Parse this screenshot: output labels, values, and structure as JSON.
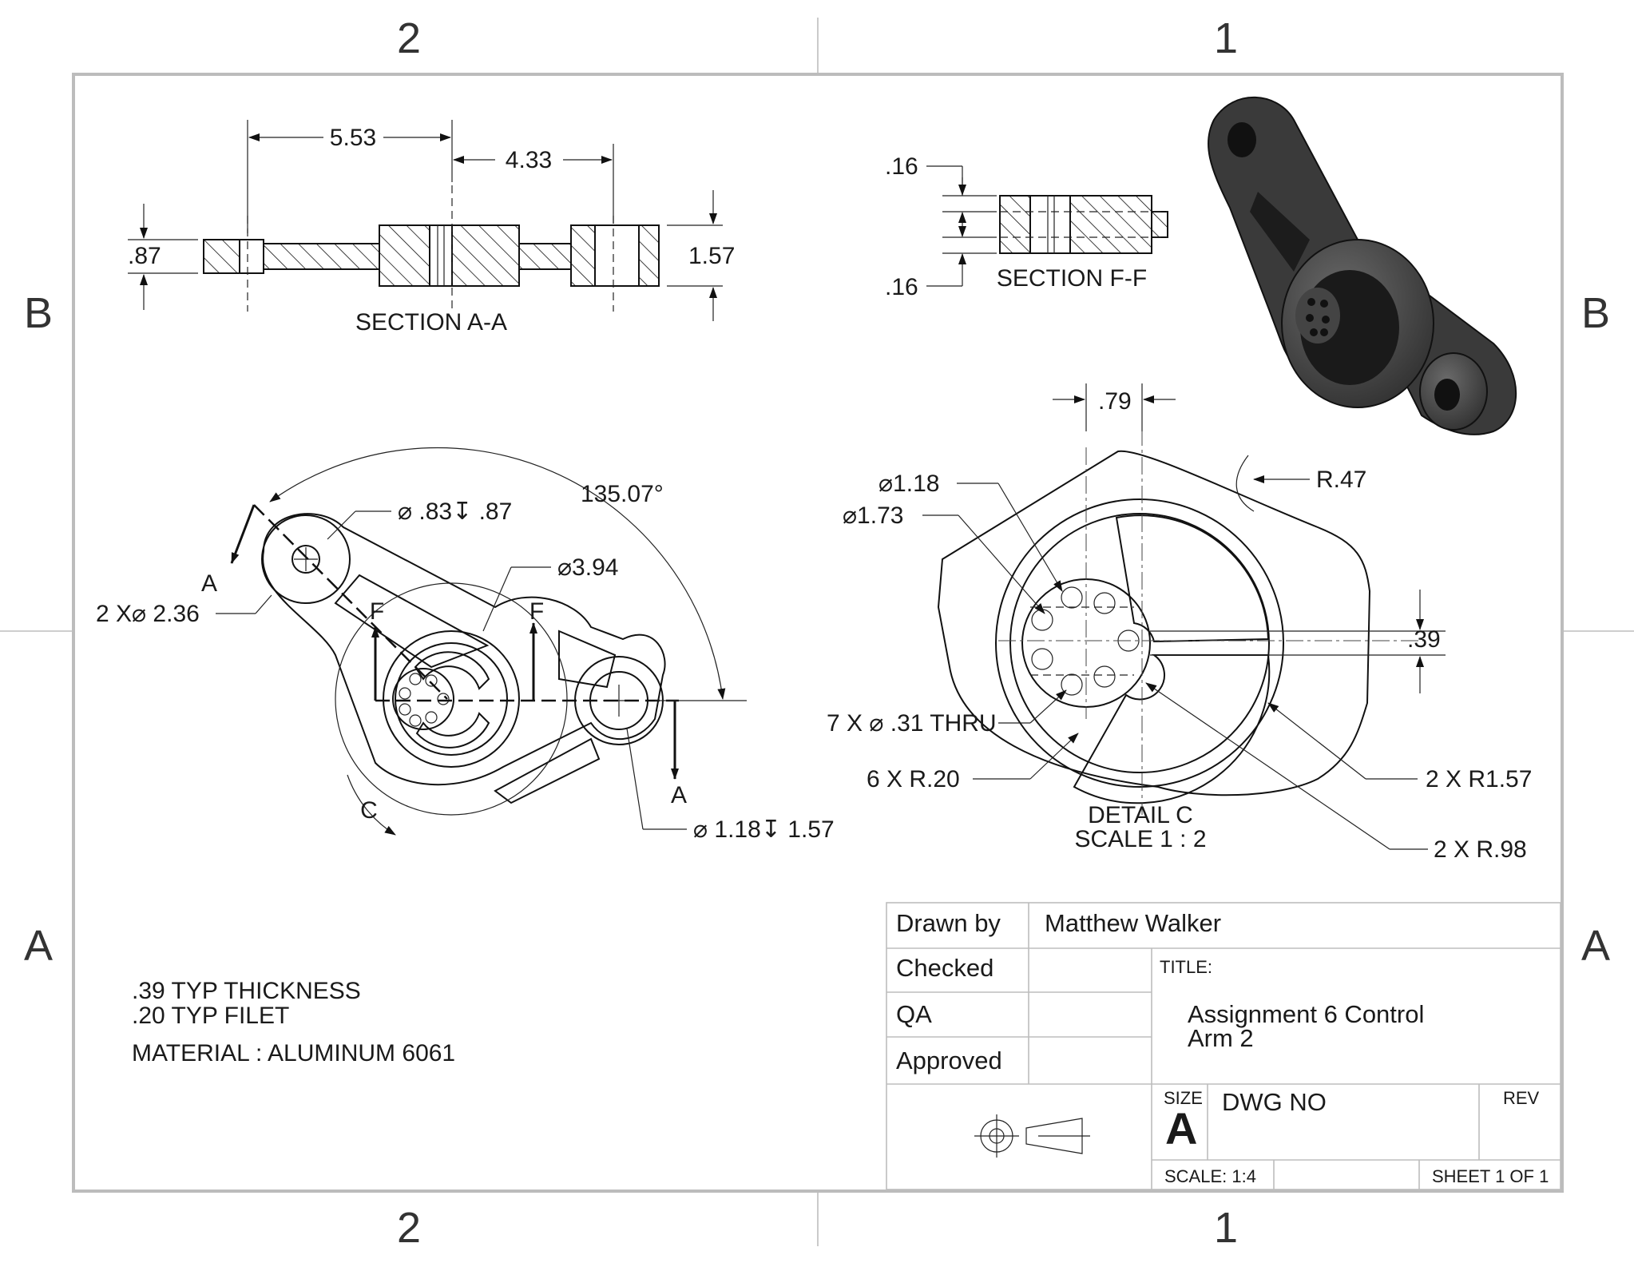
{
  "zones": {
    "top": [
      "2",
      "1"
    ],
    "bottom": [
      "2",
      "1"
    ],
    "left": [
      "B",
      "A"
    ],
    "right": [
      "B",
      "A"
    ]
  },
  "section_aa": {
    "label": "SECTION A-A",
    "dims": {
      "left_span": "5.53",
      "right_span": "4.33",
      "left_height": ".87",
      "right_height": "1.57"
    }
  },
  "section_ff": {
    "label": "SECTION F-F",
    "dims": {
      "top": ".16",
      "bottom": ".16"
    }
  },
  "main_view": {
    "angle": "135.07°",
    "hole_top": "⌀ .83↧ .87",
    "boss": "2 X⌀ 2.36",
    "hub": "⌀3.94",
    "hole_bottom": "⌀ 1.18↧ 1.57",
    "markers": {
      "a1": "A",
      "a2": "A",
      "f1": "F",
      "f2": "F",
      "c": "C"
    }
  },
  "detail_c": {
    "title": "DETAIL C",
    "scale": "SCALE 1 : 2",
    "dims": {
      "top": ".79",
      "r_small": "R.47",
      "d1": "⌀1.18",
      "d2": "⌀1.73",
      "offset": ".39",
      "holes": "7 X  ⌀ .31 THRU",
      "fillets": "6 X R.20",
      "r157": "2 X R1.57",
      "r98": "2 X R.98"
    }
  },
  "notes": {
    "line1": ".39 TYP THICKNESS",
    "line2": ".20 TYP FILET",
    "material": "MATERIAL : ALUMINUM 6061"
  },
  "title_block": {
    "drawn_label": "Drawn by",
    "drawn_value": "Matthew Walker",
    "checked_label": "Checked",
    "qa_label": "QA",
    "approved_label": "Approved",
    "title_label": "TITLE:",
    "title_line1": "Assignment 6 Control",
    "title_line2": "Arm 2",
    "size_label": "SIZE",
    "size_value": "A",
    "dwg_label": "DWG NO",
    "rev_label": "REV",
    "scale": "SCALE: 1:4",
    "sheet": "SHEET 1 OF 1"
  }
}
